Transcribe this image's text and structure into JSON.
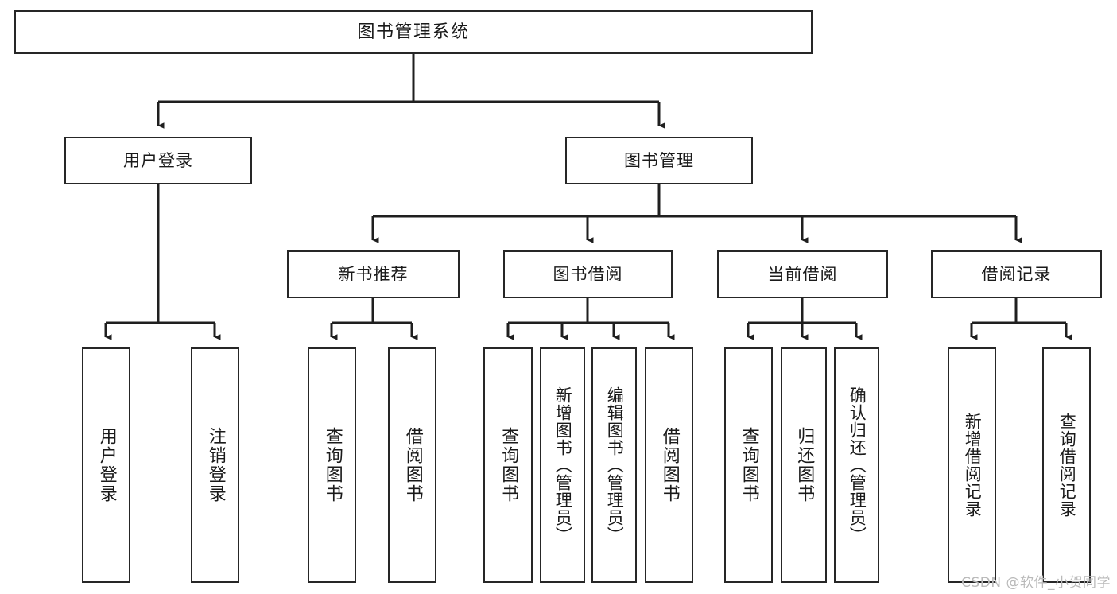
{
  "diagram": {
    "title": "图书管理系统",
    "type": "tree-hierarchy",
    "watermark": "CSDN @软件_小贺同学",
    "colors": {
      "box_border": "#262626",
      "box_fill": "#ffffff",
      "connector": "#1f1f1f",
      "text": "#1a1a1a",
      "watermark": "#b9b9b9"
    },
    "root": {
      "label": "图书管理系统"
    },
    "level2": [
      {
        "label": "用户登录"
      },
      {
        "label": "图书管理"
      }
    ],
    "level3": [
      {
        "label": "新书推荐"
      },
      {
        "label": "图书借阅"
      },
      {
        "label": "当前借阅"
      },
      {
        "label": "借阅记录"
      }
    ],
    "leaves": {
      "user_login": [
        {
          "label": "用户登录"
        },
        {
          "label": "注销登录"
        }
      ],
      "new_book_recommend": [
        {
          "label": "查询图书"
        },
        {
          "label": "借阅图书"
        }
      ],
      "book_borrow": [
        {
          "label": "查询图书"
        },
        {
          "label": "新增图书（管理员）"
        },
        {
          "label": "编辑图书（管理员）"
        },
        {
          "label": "借阅图书"
        }
      ],
      "current_borrow": [
        {
          "label": "查询图书"
        },
        {
          "label": "归还图书"
        },
        {
          "label": "确认归还（管理员）"
        }
      ],
      "borrow_record": [
        {
          "label": "新增借阅记录"
        },
        {
          "label": "查询借阅记录"
        }
      ]
    }
  }
}
